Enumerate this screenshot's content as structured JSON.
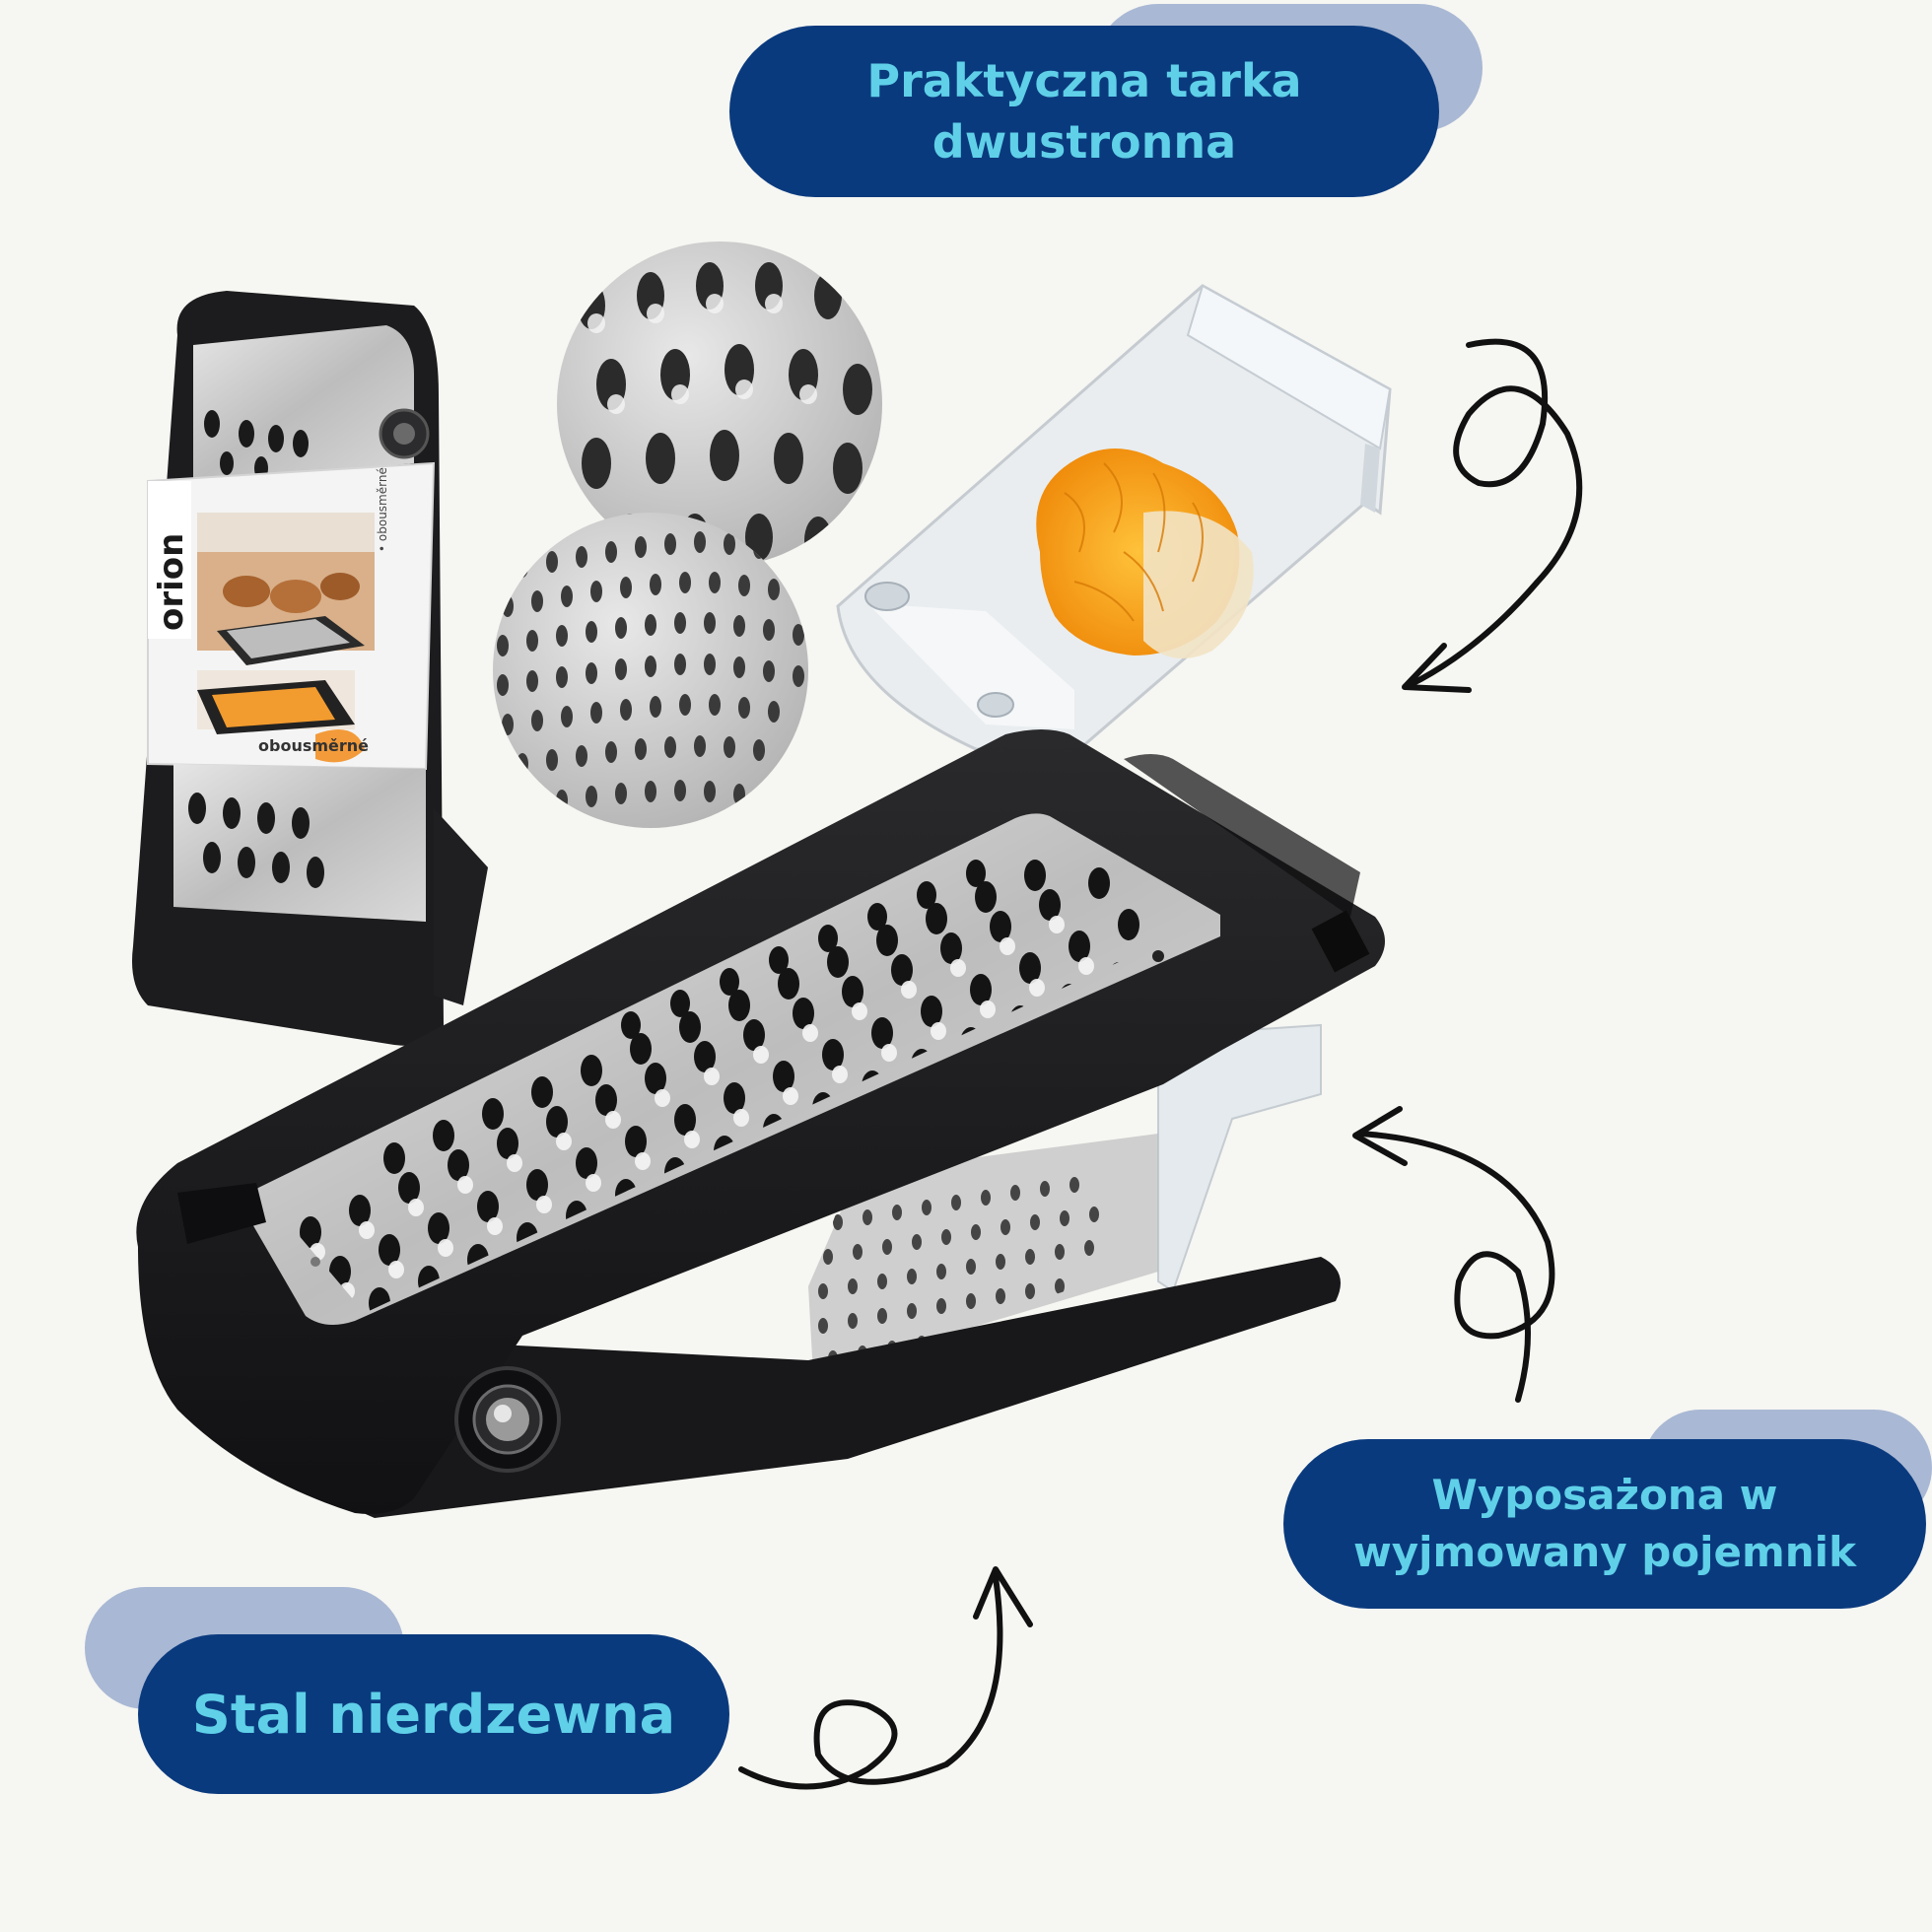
{
  "callouts": {
    "top": {
      "line1": "Praktyczna tarka",
      "line2": "dwustronna"
    },
    "right": {
      "line1": "Wyposażona w",
      "line2": "wyjmowany pojemnik"
    },
    "left": {
      "text": "Stal nierdzewna"
    }
  },
  "packaging": {
    "brand": "orion",
    "subtitle": "obousměrné",
    "side_text": "• obousměrné"
  },
  "colors": {
    "background": "#f6f6f2",
    "pill": "#0a3a7e",
    "pill_shadow": "#a9b8d4",
    "pill_text": "#5fd0e8",
    "grater_body": "#1f1f21",
    "steel": "#c9c9c9",
    "cheese": "#f6a418"
  },
  "icons": [
    "curly-arrow-icon"
  ]
}
